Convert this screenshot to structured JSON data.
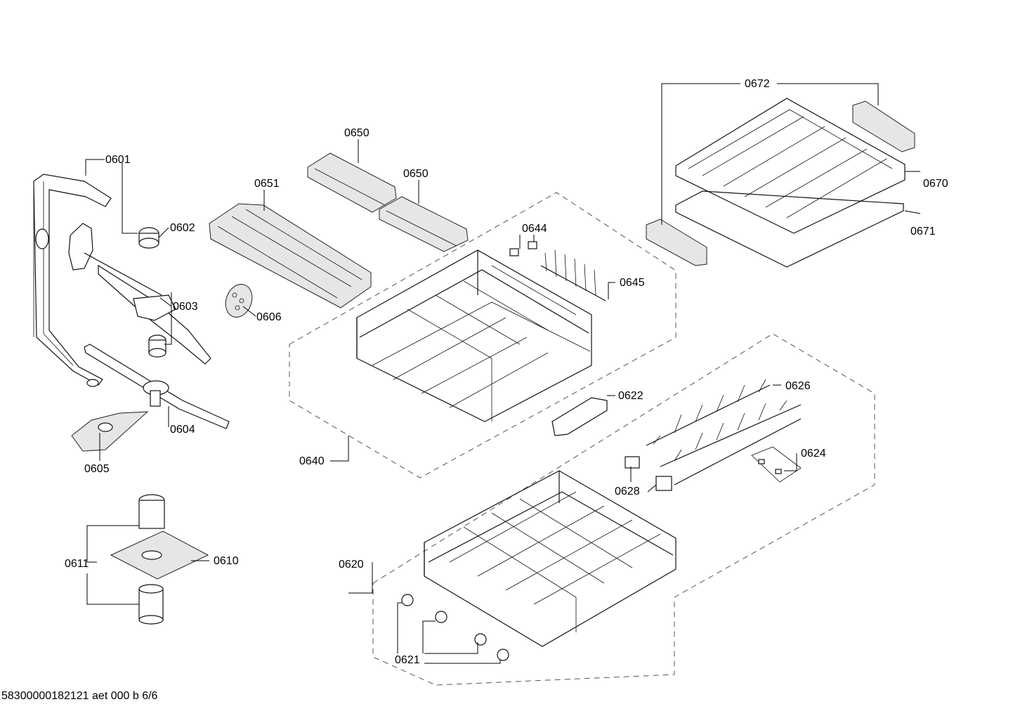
{
  "labels": {
    "p0601": "0601",
    "p0602": "0602",
    "p0603": "0603",
    "p0604": "0604",
    "p0605": "0605",
    "p0606": "0606",
    "p0610": "0610",
    "p0611": "0611",
    "p0620": "0620",
    "p0621": "0621",
    "p0622": "0622",
    "p0624": "0624",
    "p0626": "0626",
    "p0628": "0628",
    "p0640": "0640",
    "p0644": "0644",
    "p0645": "0645",
    "p0650a": "0650",
    "p0650b": "0650",
    "p0651": "0651",
    "p0670": "0670",
    "p0671": "0671",
    "p0672": "0672"
  },
  "footer": "58300000182121 aet 000 b 6/6"
}
